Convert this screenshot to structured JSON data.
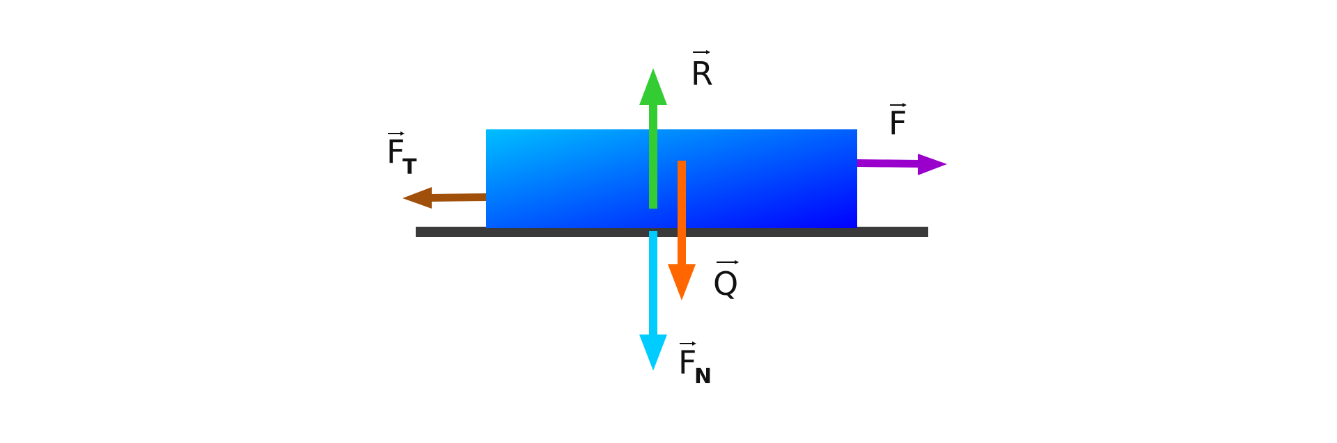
{
  "diagram": {
    "colors": {
      "background": "#ffffff",
      "surface": "#3a3a3a",
      "block_top": "#00bfff",
      "block_bottom": "#0000ff",
      "reaction": "#33cc33",
      "applied_force": "#9900cc",
      "friction": "#a0500a",
      "weight": "#ff6600",
      "normal_force": "#00ccff",
      "label": "#111111"
    },
    "labels": {
      "reaction": {
        "letter": "R",
        "subscript": ""
      },
      "applied_force": {
        "letter": "F",
        "subscript": ""
      },
      "friction": {
        "letter": "F",
        "subscript": "T"
      },
      "weight": {
        "letter": "Q",
        "subscript": ""
      },
      "normal_force": {
        "letter": "F",
        "subscript": "N"
      }
    }
  }
}
